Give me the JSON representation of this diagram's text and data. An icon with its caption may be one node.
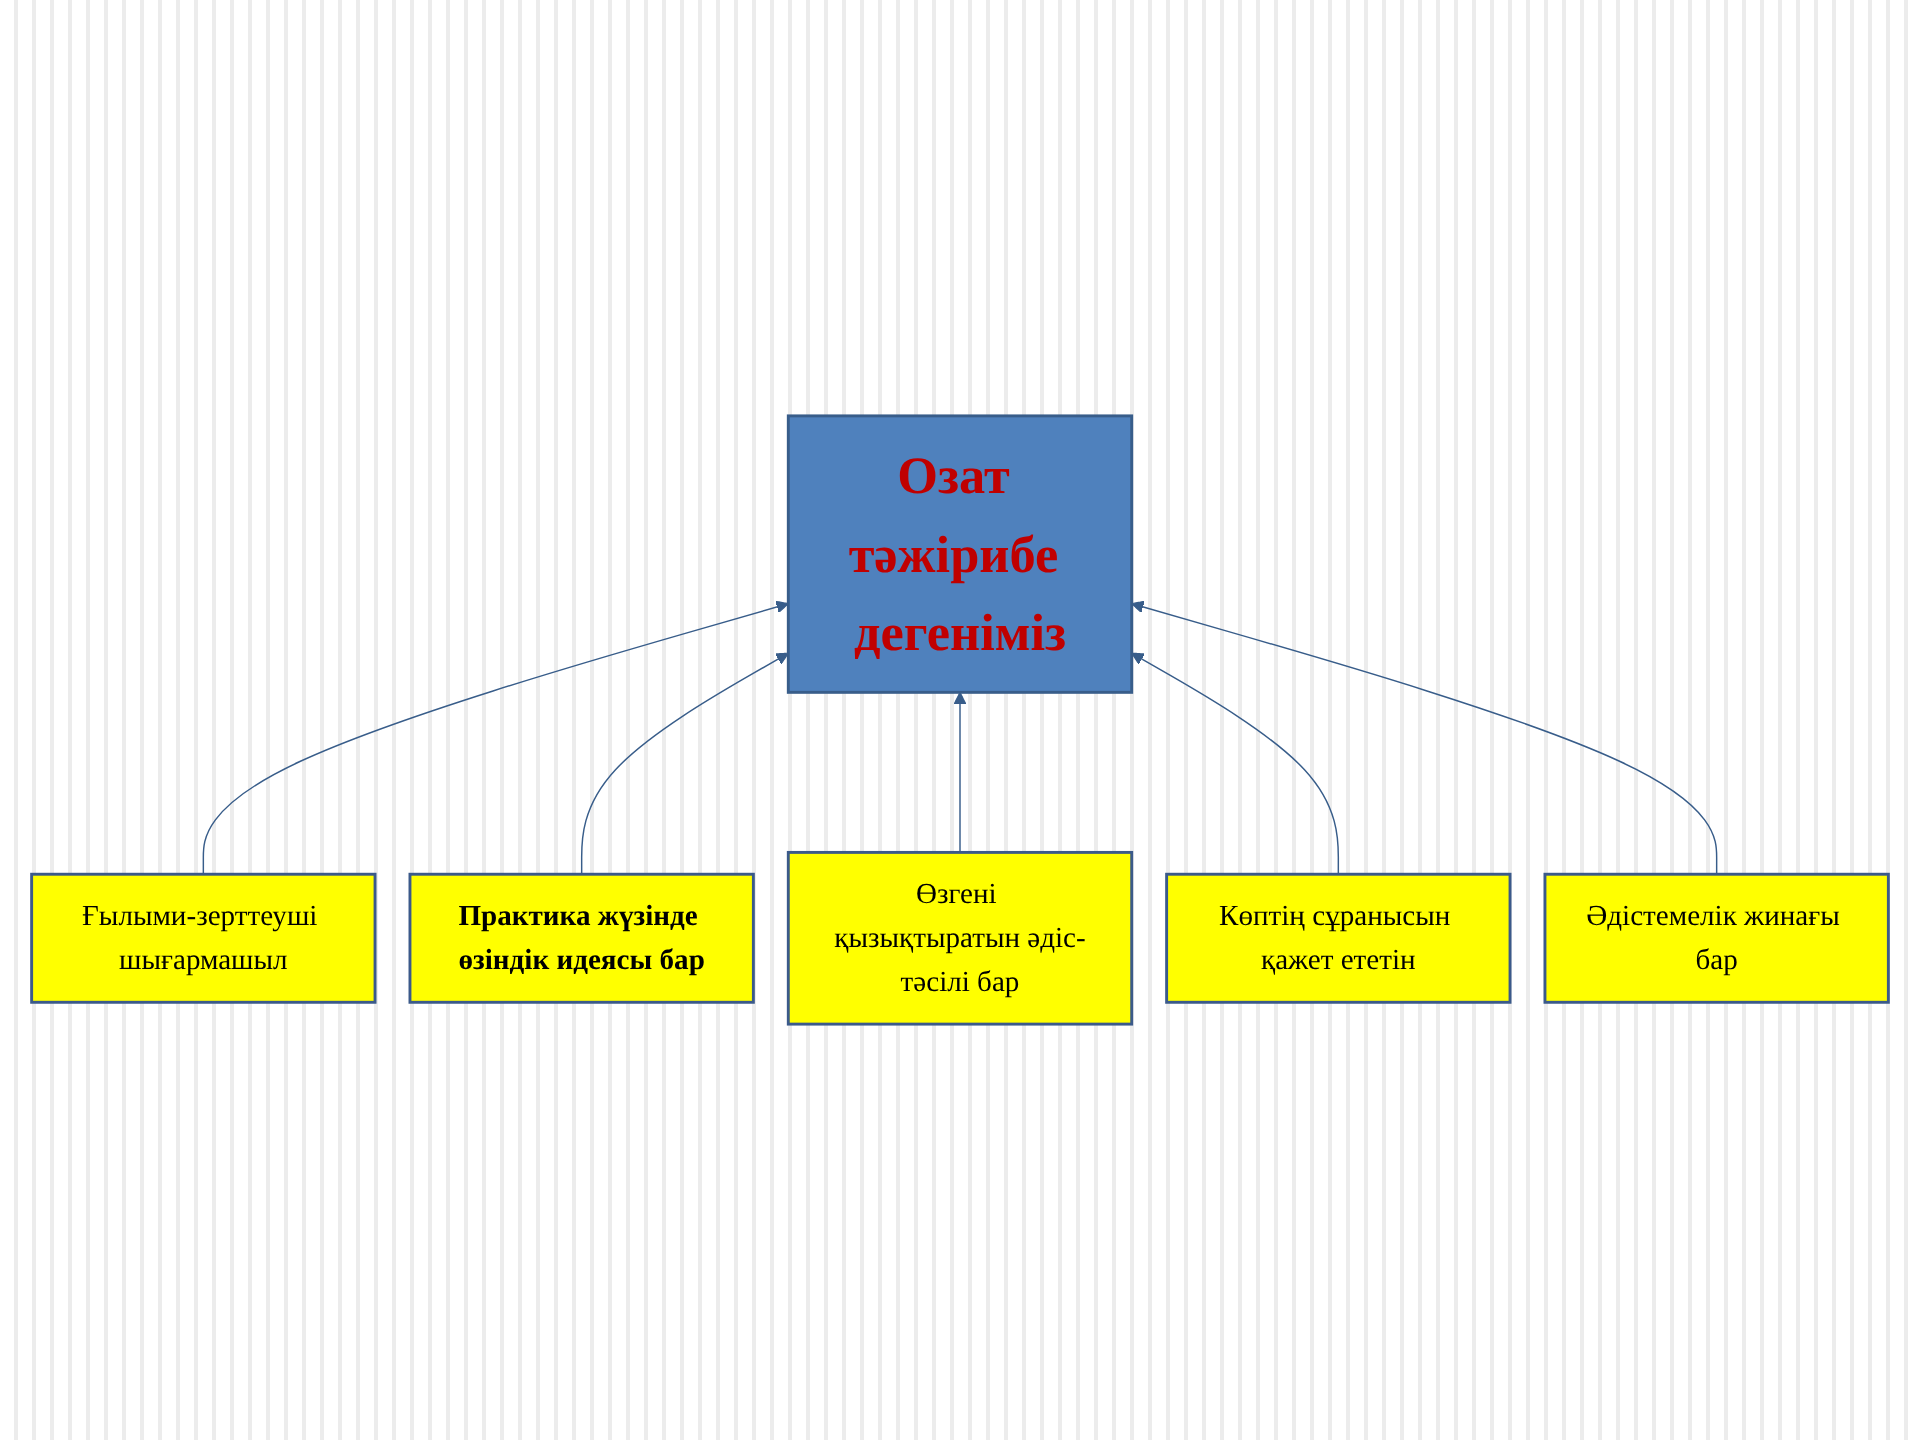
{
  "diagram": {
    "nodes": [
      {
        "text": [
          "Озат тәжірибе дегеніміз"
        ]
      },
      {
        "text": [
          "Ғылыми-зерттеуші шығармашыл"
        ]
      },
      {
        "text": [
          "Практика жүзінде өзіндік идеясы бар"
        ]
      },
      {
        "text": [
          "Өзгені қызықтыратын әдіс-тәсілі бар"
        ]
      },
      {
        "text": [
          "Көптің сұранысын қажет ететін"
        ]
      },
      {
        "text": [
          "Әдістемелік жинағы бар"
        ]
      }
    ],
    "edges": [
      {
        "from": 1,
        "to": 0,
        "arrow": "to"
      },
      {
        "from": 2,
        "to": 0,
        "arrow": "to"
      },
      {
        "from": 3,
        "to": 0,
        "arrow": "to"
      },
      {
        "from": 4,
        "to": 0,
        "arrow": "to"
      },
      {
        "from": 5,
        "to": 0,
        "arrow": "to"
      }
    ]
  }
}
